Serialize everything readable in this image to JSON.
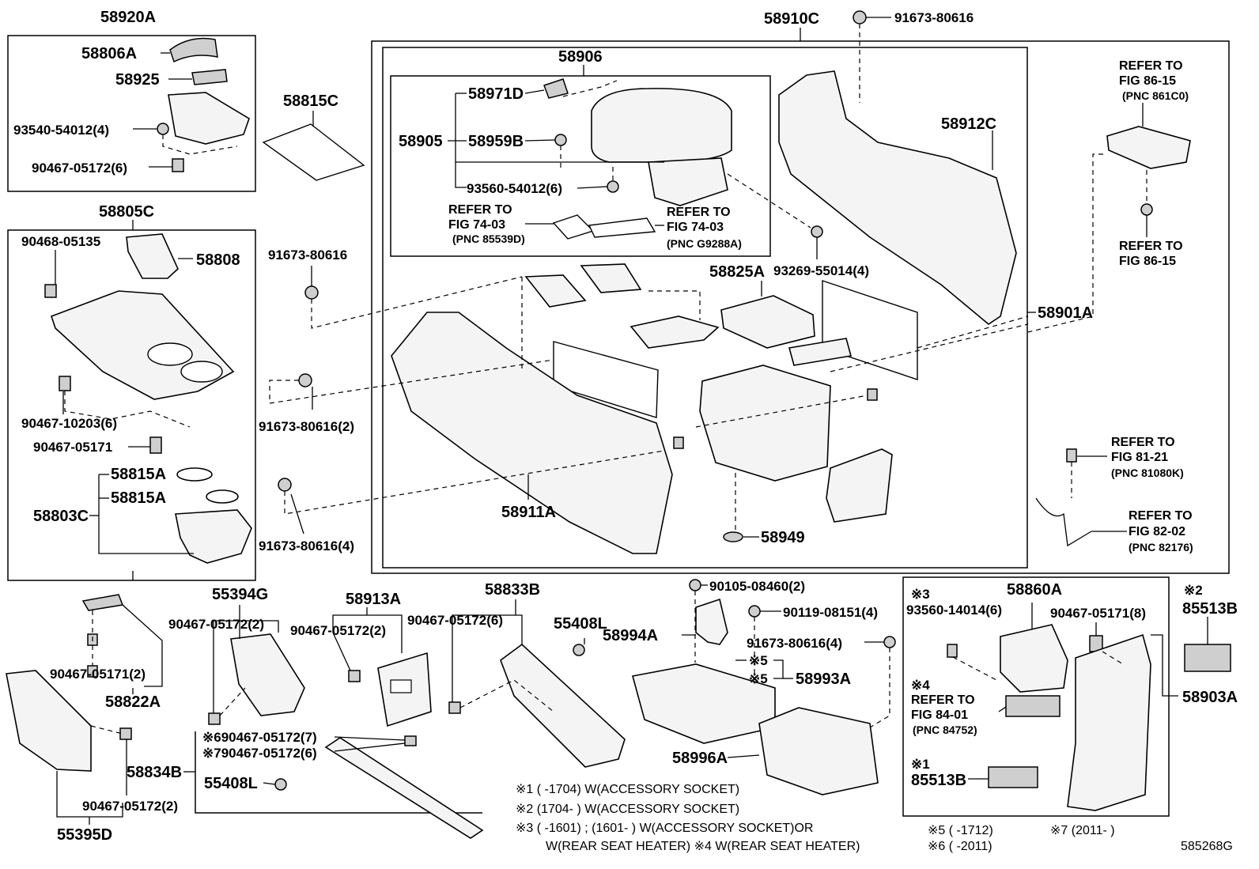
{
  "labels": {
    "l58920A": "58920A",
    "l58806A": "58806A",
    "l58925": "58925",
    "l93540": "93540-54012(4)",
    "l90467_05172_6a": "90467-05172(6)",
    "l58815C": "58815C",
    "l58805C": "58805C",
    "l90468": "90468-05135",
    "l58808": "58808",
    "l90467_10203": "90467-10203(6)",
    "l90467_05171a": "90467-05171",
    "l58815A1": "58815A",
    "l58815A2": "58815A",
    "l58803C": "58803C",
    "l91673a": "91673-80616",
    "l91673b": "91673-80616(2)",
    "l91673c": "91673-80616(4)",
    "l58910C": "58910C",
    "l91673top": "91673-80616",
    "l58906": "58906",
    "l58971D": "58971D",
    "l58905": "58905",
    "l58959B": "58959B",
    "l93560_54012": "93560-54012(6)",
    "l58912C": "58912C",
    "l93269": "93269-55014(4)",
    "l58825A": "58825A",
    "l58901A": "58901A",
    "l58911A": "58911A",
    "l58949": "58949",
    "l55394G": "55394G",
    "l90467_05172_2a": "90467-05172(2)",
    "l58913A": "58913A",
    "l90467_05172_2b": "90467-05172(2)",
    "l58833B": "58833B",
    "l90467_05172_6b": "90467-05172(6)",
    "l55408L_a": "55408L",
    "l90105": "90105-08460(2)",
    "l90119": "90119-08151(4)",
    "l58994A": "58994A",
    "l91673d": "91673-80616(4)",
    "l58993A": "58993A",
    "l58996A": "58996A",
    "l90467_05171_2": "90467-05171(2)",
    "l58822A": "58822A",
    "l58834B": "58834B",
    "l90467_05172_2c": "90467-05172(2)",
    "l55395D": "55395D",
    "l55408L_b": "55408L",
    "l58860A": "58860A",
    "l93560_14014": "93560-14014(6)",
    "l90467_05171_8": "90467-05171(8)",
    "l85513B_a": "85513B",
    "l58903A": "58903A",
    "l85513B_b": "85513B",
    "l58854_star1": "※1",
    "l_star2": "※2",
    "l_star3": "※3",
    "l_star4": "※4",
    "l_star5a": "※5",
    "l_star5b": "※5",
    "l_star6_7a": "※690467-05172(7)",
    "l_star6_7b": "※790467-05172(6)",
    "refer_to": "REFER TO",
    "fig7403a": "FIG 74-03",
    "pnc85539D": "(PNC 85539D)",
    "fig7403b": "FIG 74-03",
    "pncG9288A": "(PNC G9288A)",
    "fig8615a": "FIG 86-15",
    "pnc861C0": "(PNC 861C0)",
    "fig8615b": "FIG 86-15",
    "fig8121": "FIG 81-21",
    "pnc81080K": "(PNC 81080K)",
    "fig8202": "FIG 82-02",
    "pnc82176": "(PNC 82176)",
    "fig8401": "FIG 84-01",
    "pnc84752": "(PNC 84752)",
    "diagram_id": "585268G"
  },
  "notes": {
    "n1": "※1 (      -1704) W(ACCESSORY SOCKET)",
    "n2": "※2 (1704-       ) W(ACCESSORY SOCKET)",
    "n3": "※3 (      -1601) ; (1601-      ) W(ACCESSORY SOCKET)OR",
    "n3b": "W(REAR SEAT HEATER) ※4 W(REAR SEAT HEATER)",
    "n5": "※5 (      -1712)",
    "n6": "※6 (      -2011)",
    "n7": "※7 (2011-       )"
  }
}
